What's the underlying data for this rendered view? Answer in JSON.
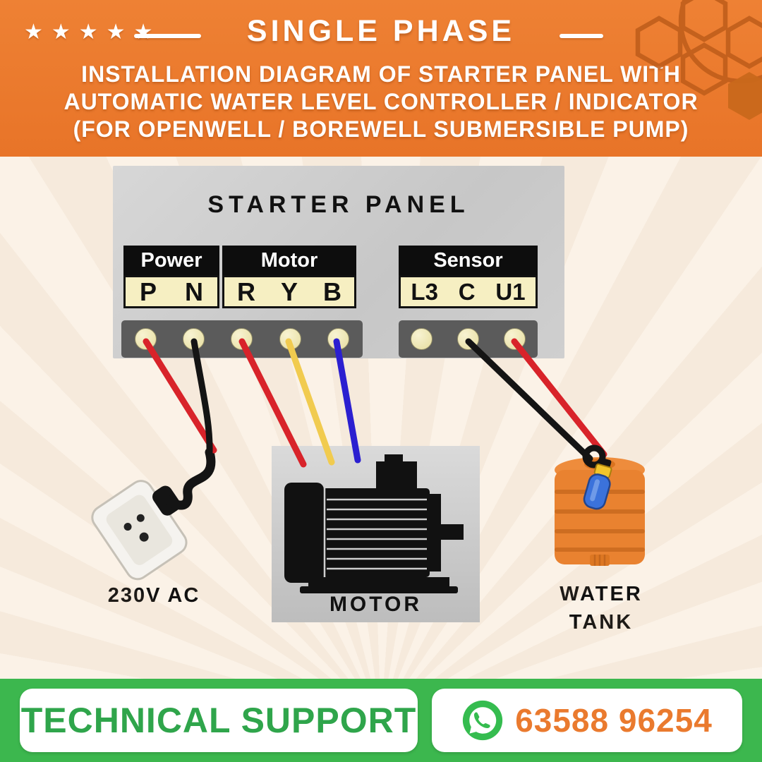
{
  "header": {
    "stars": "★★★★★",
    "title": "SINGLE PHASE",
    "subtitle_lines": [
      "INSTALLATION DIAGRAM OF STARTER PANEL WITH",
      "AUTOMATIC WATER LEVEL CONTROLLER / INDICATOR",
      "(FOR OPENWELL / BOREWELL SUBMERSIBLE PUMP)"
    ]
  },
  "panel": {
    "title": "STARTER PANEL",
    "groups": [
      {
        "label": "Power",
        "terminals": [
          "P",
          "N"
        ]
      },
      {
        "label": "Motor",
        "terminals": [
          "R",
          "Y",
          "B"
        ]
      },
      {
        "label": "Sensor",
        "terminals": [
          "L3",
          "C",
          "U1"
        ]
      }
    ]
  },
  "diagram_labels": {
    "plug": "230V AC",
    "motor": "MOTOR",
    "tank": [
      "WATER",
      "TANK"
    ]
  },
  "footer": {
    "support_label": "TECHNICAL SUPPORT",
    "phone_number": "63588 96254"
  },
  "icons": {
    "whatsapp": "whatsapp-icon",
    "stars": "star-icons",
    "hex_pattern": "hex-pattern-decoration"
  },
  "colors": {
    "header_orange": "#E87428",
    "background_cream": "#FBF2E7",
    "footer_green": "#3CB74E",
    "panel_gray": "#CCCCCC",
    "terminal_cream": "#F6EFC2",
    "wire_red": "#D8232A",
    "wire_black": "#141414",
    "wire_yellow": "#F1CB4F",
    "wire_blue": "#2B1FD0",
    "tank_orange": "#E98230",
    "float_blue": "#3B72DB",
    "phone_orange": "#EA7A2E",
    "support_green": "#2FA54B"
  }
}
